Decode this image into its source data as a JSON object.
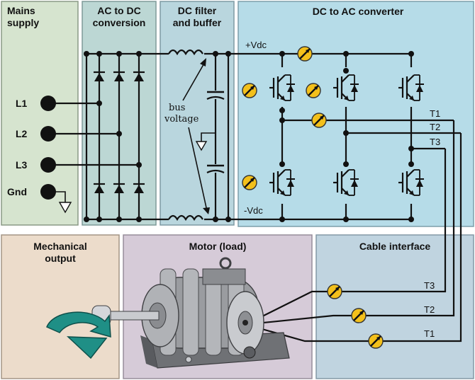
{
  "panels": {
    "mains": "Mains supply",
    "acdc": "AC to DC conversion",
    "filter": "DC filter and buffer",
    "dcac": "DC to AC converter",
    "mechanical": "Mechanical output",
    "motor": "Motor (load)",
    "cable": "Cable interface"
  },
  "terminals": [
    "L1",
    "L2",
    "L3",
    "Gnd"
  ],
  "bus": {
    "positive": "+Vdc",
    "negative": "-Vdc",
    "voltage_label": "bus voltage"
  },
  "outputs": [
    "T1",
    "T2",
    "T3"
  ],
  "cable_outputs": [
    "T3",
    "T2",
    "T1"
  ],
  "colors": {
    "mains_panel": "#d6e4cf",
    "acdc_panel": "#bcd7d4",
    "filter_panel": "#b9d6de",
    "dcac_panel": "#b6dce8",
    "mechanical_panel": "#ecdccb",
    "motor_panel": "#d6cbd8",
    "cable_panel": "#c0d4e0",
    "probe": "#f3c01b",
    "arrow": "#1f8f86"
  }
}
